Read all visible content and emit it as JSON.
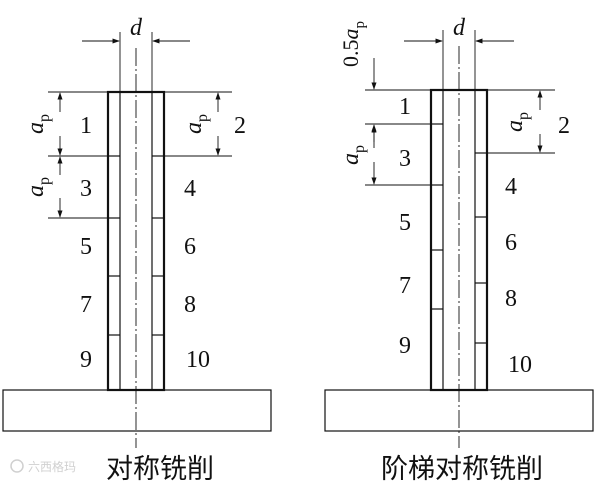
{
  "left": {
    "dim_d": "d",
    "ap_symbol": "a",
    "ap_sub": "p",
    "layers": [
      "1",
      "2",
      "3",
      "4",
      "5",
      "6",
      "7",
      "8",
      "9",
      "10"
    ],
    "caption": "对称铣削"
  },
  "right": {
    "dim_d": "d",
    "half_ap_coef": "0.5",
    "ap_symbol": "a",
    "ap_sub": "p",
    "layers": [
      "1",
      "2",
      "3",
      "4",
      "5",
      "6",
      "7",
      "8",
      "9",
      "10"
    ],
    "caption": "阶梯对称铣削"
  },
  "watermark": "六西格玛",
  "colors": {
    "ink": "#111111",
    "background": "#ffffff"
  }
}
